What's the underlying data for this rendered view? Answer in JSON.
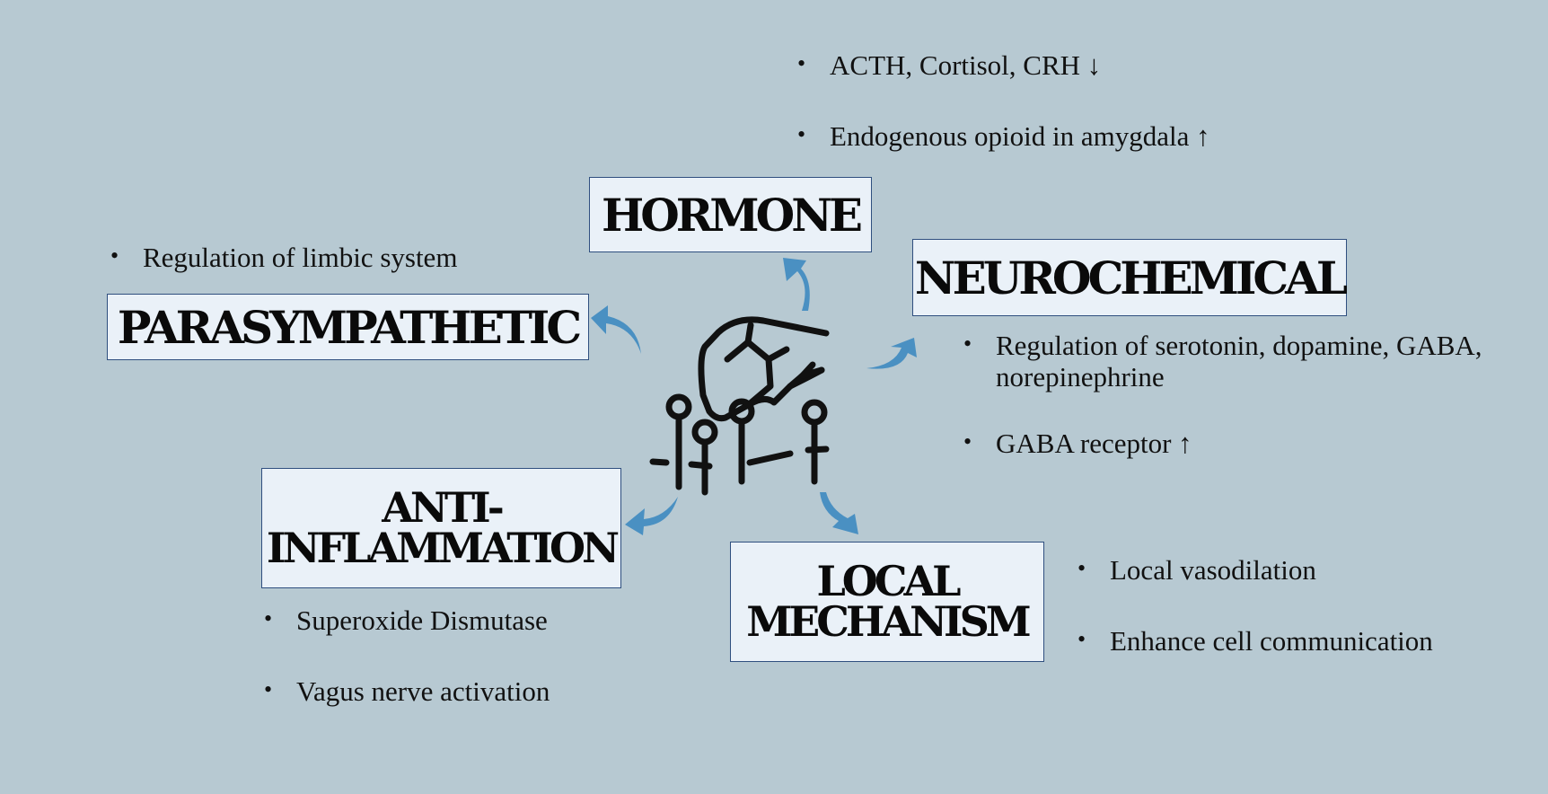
{
  "hormone": {
    "title": "HORMONE",
    "bullets": [
      "ACTH, Cortisol, CRH ↓",
      "Endogenous opioid in amygdala ↑"
    ]
  },
  "parasympathetic": {
    "title": "PARASYMPATHETIC",
    "bullets": [
      "Regulation of limbic system"
    ]
  },
  "neurochemical": {
    "title": "NEUROCHEMICAL",
    "bullets": [
      "Regulation of serotonin, dopamine, GABA, norepinephrine",
      "GABA receptor  ↑"
    ]
  },
  "anti_inflammation": {
    "title": "ANTI-\nINFLAMMATION",
    "bullets": [
      "Superoxide Dismutase",
      "Vagus nerve  activation"
    ]
  },
  "local_mechanism": {
    "title": "LOCAL\nMECHANISM",
    "bullets": [
      "Local vasodilation",
      "Enhance cell communication"
    ]
  },
  "colors": {
    "background": "#b7c9d2",
    "box_fill": "#eaf1f8",
    "box_border": "#2f4f7f",
    "arrow": "#4a90c2",
    "icon": "#111111"
  },
  "icons": {
    "center": "acupuncture-hand-icon"
  }
}
